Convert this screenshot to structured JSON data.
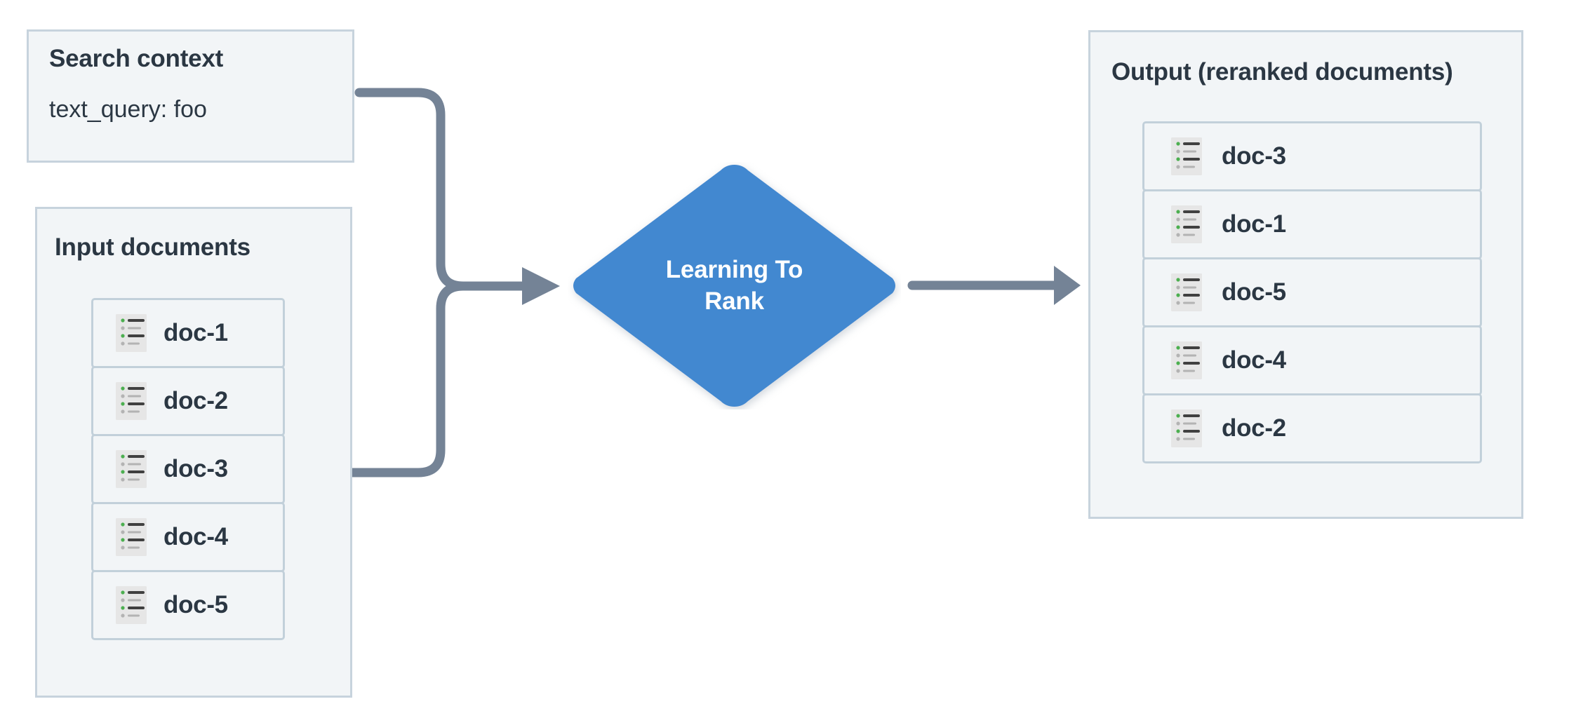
{
  "diagram": {
    "title": "Learning To Rank reranking flow",
    "background": "#ffffff",
    "colors": {
      "panel_fill": "#f2f5f7",
      "panel_border": "#c7d3dd",
      "row_border": "#c2d0da",
      "text": "#2b3743",
      "accent_blue": "#4288d0",
      "connector": "#748396",
      "icon_paper": "#e6e6e6",
      "icon_bullet_green": "#4caf50",
      "icon_bullet_gray": "#b3b3b3",
      "icon_line_dark": "#404040",
      "icon_line_gray": "#b3b3b3"
    }
  },
  "search_context": {
    "title": "Search context",
    "query": "text_query: foo"
  },
  "input_documents": {
    "title": "Input documents",
    "docs": [
      {
        "label": "doc-1",
        "icon": "document-list-icon"
      },
      {
        "label": "doc-2",
        "icon": "document-list-icon"
      },
      {
        "label": "doc-3",
        "icon": "document-list-icon"
      },
      {
        "label": "doc-4",
        "icon": "document-list-icon"
      },
      {
        "label": "doc-5",
        "icon": "document-list-icon"
      }
    ]
  },
  "process": {
    "label_line_1": "Learning To",
    "label_line_2": "Rank",
    "shape": "diamond"
  },
  "output": {
    "title": "Output (reranked documents)",
    "docs": [
      {
        "label": "doc-3",
        "icon": "document-list-icon"
      },
      {
        "label": "doc-1",
        "icon": "document-list-icon"
      },
      {
        "label": "doc-5",
        "icon": "document-list-icon"
      },
      {
        "label": "doc-4",
        "icon": "document-list-icon"
      },
      {
        "label": "doc-2",
        "icon": "document-list-icon"
      }
    ]
  },
  "connectors": [
    {
      "name": "search-context-to-ltr",
      "from": "Search context",
      "to": "Learning To Rank",
      "arrow": true
    },
    {
      "name": "input-documents-to-ltr",
      "from": "Input documents",
      "to": "Learning To Rank",
      "arrow": true
    },
    {
      "name": "ltr-to-output",
      "from": "Learning To Rank",
      "to": "Output (reranked documents)",
      "arrow": true
    }
  ]
}
